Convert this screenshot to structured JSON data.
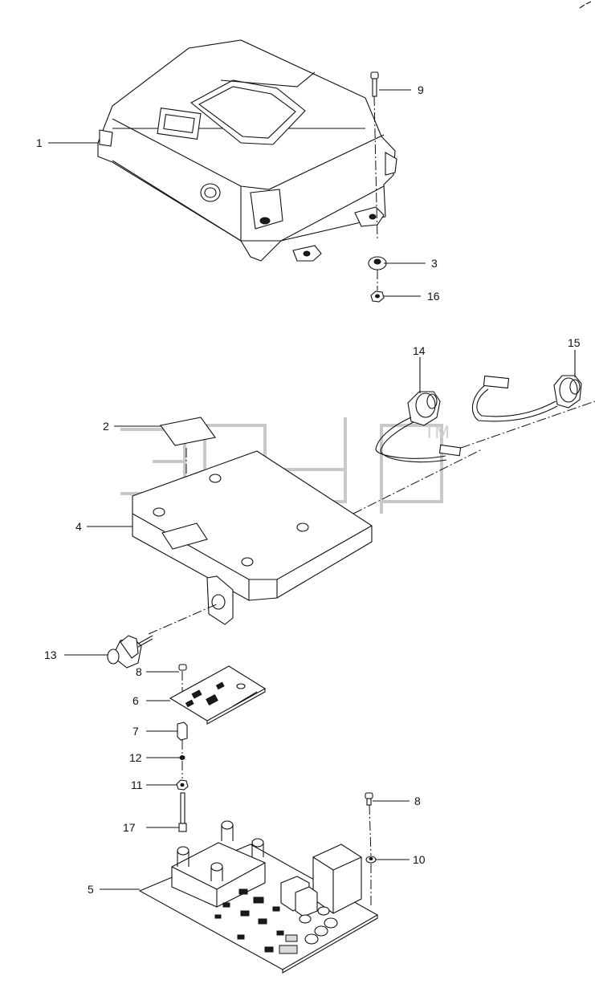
{
  "diagram": {
    "watermark_tm": "TM",
    "callouts": [
      {
        "id": "c1",
        "label": "1"
      },
      {
        "id": "c9",
        "label": "9"
      },
      {
        "id": "c3",
        "label": "3"
      },
      {
        "id": "c16",
        "label": "16"
      },
      {
        "id": "c14",
        "label": "14"
      },
      {
        "id": "c15",
        "label": "15"
      },
      {
        "id": "c2",
        "label": "2"
      },
      {
        "id": "c4",
        "label": "4"
      },
      {
        "id": "c13",
        "label": "13"
      },
      {
        "id": "c8a",
        "label": "8"
      },
      {
        "id": "c6",
        "label": "6"
      },
      {
        "id": "c7",
        "label": "7"
      },
      {
        "id": "c12",
        "label": "12"
      },
      {
        "id": "c11",
        "label": "11"
      },
      {
        "id": "c17",
        "label": "17"
      },
      {
        "id": "c8b",
        "label": "8"
      },
      {
        "id": "c10",
        "label": "10"
      },
      {
        "id": "c5",
        "label": "5"
      }
    ]
  }
}
